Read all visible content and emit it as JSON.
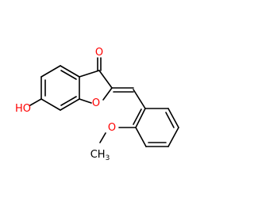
{
  "molecule": {
    "atoms": {
      "carbonyl_oxygen": {
        "text": "O",
        "color": "#ff0000"
      },
      "ring_oxygen": {
        "text": "O",
        "color": "#ff0000"
      },
      "hydroxyl": {
        "text": "HO",
        "color": "#ff0000"
      },
      "methoxy_oxygen": {
        "text": "O",
        "color": "#ff0000"
      },
      "methyl_carbon": {
        "text": "CH",
        "color": "#000000"
      },
      "methyl_subscript": {
        "text": "3",
        "color": "#000000"
      }
    },
    "bond_color": "#000000"
  }
}
